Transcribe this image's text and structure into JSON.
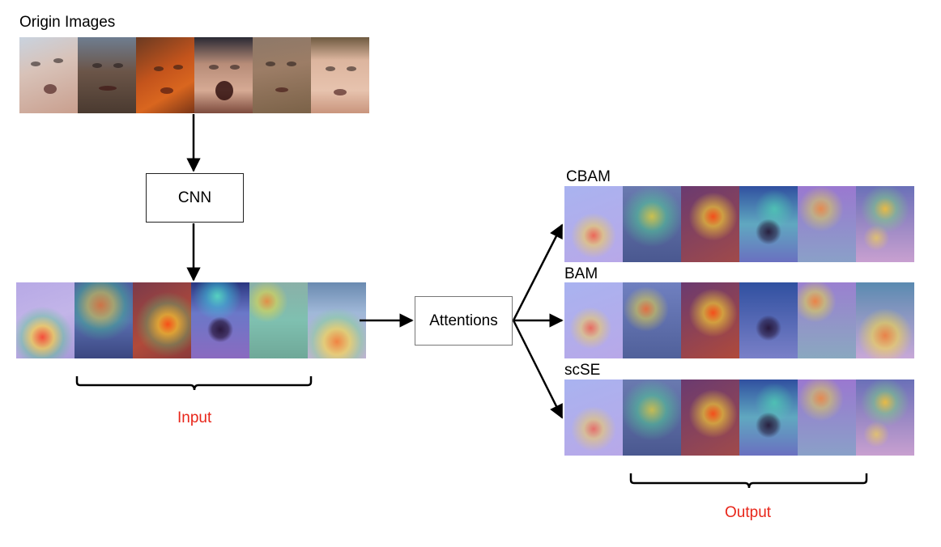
{
  "labels": {
    "origin": "Origin Images",
    "cnn": "CNN",
    "attentions": "Attentions",
    "input": "Input",
    "output": "Output",
    "cbam": "CBAM",
    "bam": "BAM",
    "scse": "scSE"
  },
  "colors": {
    "accent_red": "#e8261a",
    "box_border_cnn": "#222222",
    "box_border_attn": "#777777",
    "arrow": "#000000"
  }
}
